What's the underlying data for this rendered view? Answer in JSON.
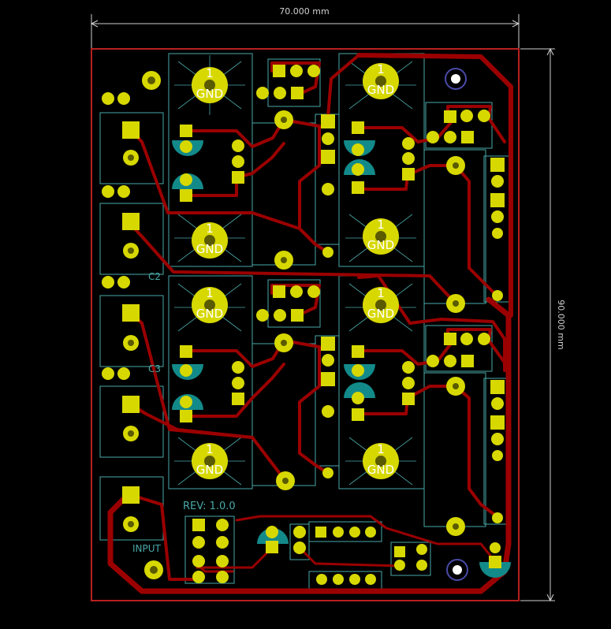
{
  "dimensions": {
    "width_label": "70.000 mm",
    "height_label": "90.000 mm"
  },
  "silkscreen": {
    "revision": "REV: 1.0.0",
    "input_label": "INPUT",
    "c2_label": "C2",
    "c3_label": "C3",
    "pad_number": "1",
    "pad_net": "GND"
  },
  "colors": {
    "background": "#000000",
    "edge_cuts": "#b82020",
    "copper_trace": "#9b0000",
    "pad": "#d7d800",
    "outline": "#4aa8a8",
    "dimension": "#d0d0d0"
  }
}
